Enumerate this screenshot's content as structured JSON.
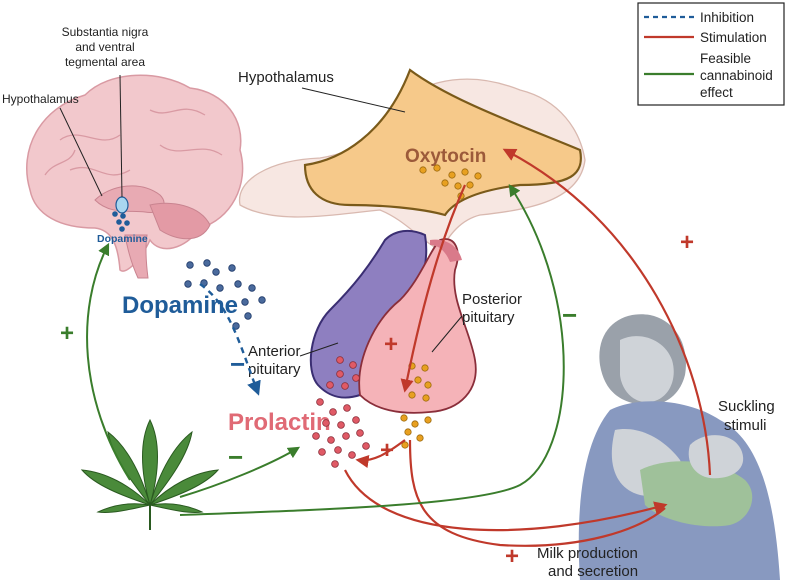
{
  "legend": {
    "inhibition": "Inhibition",
    "stimulation": "Stimulation",
    "cannabinoid_line1": "Feasible",
    "cannabinoid_line2": "cannabinoid",
    "cannabinoid_line3": "effect",
    "colors": {
      "inhibition": "#1f5c99",
      "stimulation": "#c0392b",
      "cannabinoid": "#3a7d2c"
    }
  },
  "labels": {
    "substantia_line1": "Substantia nigra",
    "substantia_line2": "and ventral",
    "substantia_line3": "tegmental area",
    "hypothalamus_brain": "Hypothalamus",
    "dopamine_small": "Dopamine",
    "hypothalamus_main": "Hypothalamus",
    "oxytocin": "Oxytocin",
    "dopamine_big": "Dopamine",
    "posterior_line1": "Posterior",
    "posterior_line2": "pituitary",
    "anterior_line1": "Anterior",
    "anterior_line2": "pituitary",
    "prolactin": "Prolactin",
    "suckling_line1": "Suckling",
    "suckling_line2": "stimuli",
    "milk_line1": "Milk production",
    "milk_line2": "and secretion"
  },
  "signs": {
    "plus": "+",
    "minus": "−"
  }
}
